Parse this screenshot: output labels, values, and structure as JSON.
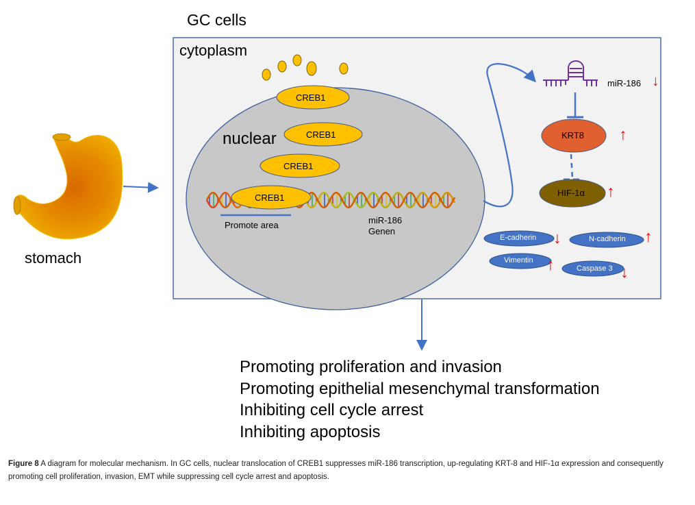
{
  "title": "GC cells",
  "organ": {
    "label": "stomach",
    "icon": "stomach-icon"
  },
  "cell": {
    "cytoplasm_label": "cytoplasm",
    "nucleus_label": "nuclear",
    "creb1_label": "CREB1",
    "promoter_label": "Promote area",
    "gene_label_line1": "miR-186",
    "gene_label_line2": "Genen"
  },
  "pathway": {
    "mirna": {
      "label": "miR-186",
      "trend": "down",
      "arrow": "↓"
    },
    "krt8": {
      "label": "KRT8",
      "trend": "up",
      "arrow": "↑"
    },
    "hif": {
      "label": "HIF-1α",
      "trend": "up",
      "arrow": "↑"
    },
    "markers": [
      {
        "label": "E-cadherin",
        "trend": "down",
        "arrow": "↓"
      },
      {
        "label": "N-cadherin",
        "trend": "up",
        "arrow": "↑"
      },
      {
        "label": "Vimentin",
        "trend": "up",
        "arrow": "↑"
      },
      {
        "label": "Caspase 3",
        "trend": "down",
        "arrow": "↓"
      }
    ]
  },
  "outcomes": [
    "Promoting proliferation and invasion",
    "Promoting epithelial mesenchymal transformation",
    "Inhibiting cell cycle arrest",
    "Inhibiting apoptosis"
  ],
  "caption": {
    "label": "Figure 8",
    "text": " A diagram for molecular mechanism. In GC cells, nuclear translocation of CREB1 suppresses miR-186 transcription, up-regulating KRT-8 and HIF-1α expression and consequently promoting cell proliferation, invasion, EMT while suppressing cell cycle arrest and apoptosis."
  },
  "colors": {
    "creb1_fill": "#ffc000",
    "nucleus_fill": "#c8c8c8",
    "cell_fill": "#f2f2f2",
    "line_blue": "#4472c4",
    "krt8_fill": "#e06030",
    "hif_fill": "#7f6000",
    "marker_fill": "#4472c4",
    "mirna_purple": "#7030a0",
    "arrow_red": "#ff0000"
  }
}
